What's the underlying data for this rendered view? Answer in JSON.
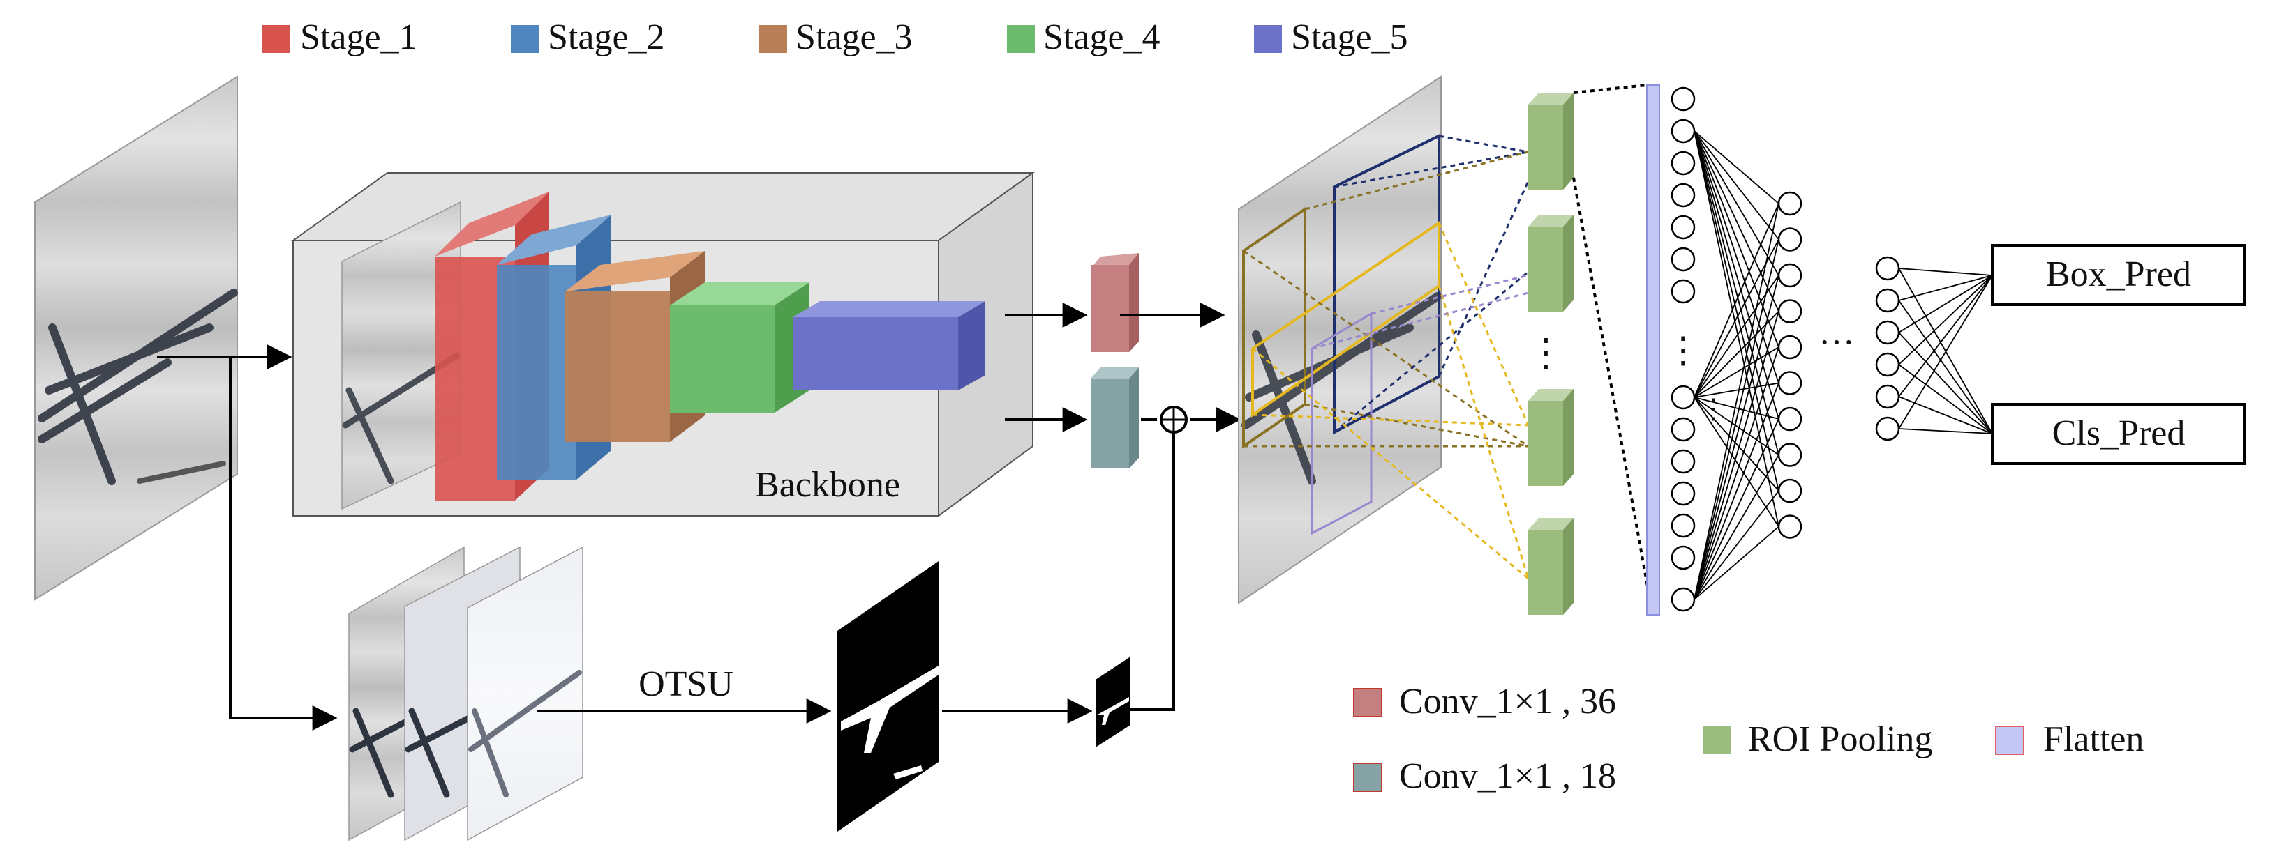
{
  "legend_top": [
    {
      "label": "Stage_1",
      "color": "#d9534f"
    },
    {
      "label": "Stage_2",
      "color": "#4f86c0"
    },
    {
      "label": "Stage_3",
      "color": "#b98057"
    },
    {
      "label": "Stage_4",
      "color": "#6dbb6c"
    },
    {
      "label": "Stage_5",
      "color": "#6b72c8"
    }
  ],
  "backbone_label": "Backbone",
  "otsu_label": "OTSU",
  "outputs": {
    "box": "Box_Pred",
    "cls": "Cls_Pred"
  },
  "ellipsis": "···",
  "vdots": "⋮",
  "legend_bottom": [
    {
      "label": "Conv_1×1 , 36",
      "color": "#c47f80"
    },
    {
      "label": "Conv_1×1 , 18",
      "color": "#86a4a6"
    },
    {
      "label": "ROI Pooling",
      "color": "#9cbc7e"
    },
    {
      "label": "Flatten",
      "color": "#c4c6f6"
    }
  ],
  "colors": {
    "conv36": "#c47f80",
    "conv18": "#86a4a6",
    "roi": "#9cbc7e",
    "flatten": "#c4c6f6",
    "roi_box_gold": "#e6b820",
    "roi_box_navy": "#1f2f6e",
    "roi_box_olive": "#8a7224",
    "roi_box_purple": "#9a88cf"
  }
}
